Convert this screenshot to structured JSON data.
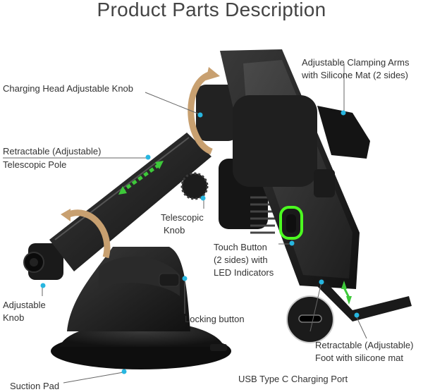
{
  "title": "Product Parts Description",
  "accent_color": "#27b6e0",
  "led_color": "#4cff20",
  "arrow_color": "#c8a070",
  "labels": {
    "charging_head_knob": "Charging Head Adjustable Knob",
    "pole_line1": "Retractable (Adjustable)",
    "pole_line2": "Telescopic Pole",
    "telescopic_knob_line1": "Telescopic",
    "telescopic_knob_line2": "Knob",
    "clamp_line1": "Adjustable Clamping Arms",
    "clamp_line2": "with Silicone Mat (2 sides)",
    "touch_line1": "Touch Button",
    "touch_line2": "(2 sides) with",
    "touch_line3": "LED Indicators",
    "adj_knob_line1": "Adjustable",
    "adj_knob_line2": "Knob",
    "locking_button": "Locking button",
    "foot_line1": "Retractable (Adjustable)",
    "foot_line2": "Foot with silicone mat",
    "suction_pad": "Suction Pad",
    "usb_port": "USB Type C Charging Port"
  }
}
